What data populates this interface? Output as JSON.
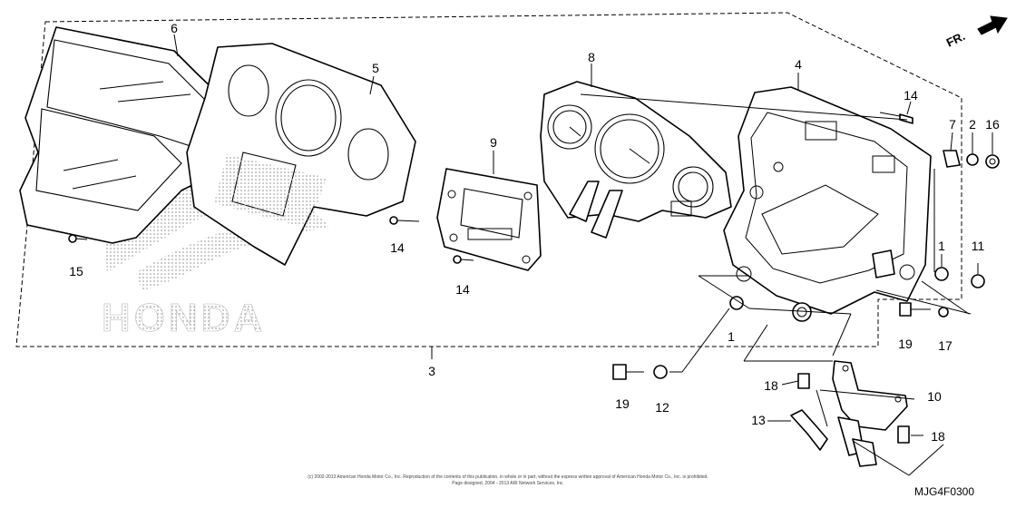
{
  "diagram": {
    "direction_label": "FR.",
    "logo_text": "HONDA",
    "diagram_code": "MJG4F0300",
    "copyright_line1": "(c) 2002-2013 American Honda Motor Co., Inc. Reproduction of the contents of this publication, in whole or in part, without the express written approval of American Honda Motor Co., Inc. is prohibited.",
    "copyright_line2": "Page designed, 2004 - 2013 ARI Network Services, Inc.",
    "callouts": {
      "c1a": "1",
      "c1b": "1",
      "c2": "2",
      "c3": "3",
      "c4": "4",
      "c5": "5",
      "c6": "6",
      "c7": "7",
      "c8": "8",
      "c9": "9",
      "c10": "10",
      "c11": "11",
      "c12": "12",
      "c13": "13",
      "c14a": "14",
      "c14b": "14",
      "c14c": "14",
      "c15": "15",
      "c16": "16",
      "c17": "17",
      "c18a": "18",
      "c18b": "18",
      "c19a": "19",
      "c19b": "19"
    }
  }
}
